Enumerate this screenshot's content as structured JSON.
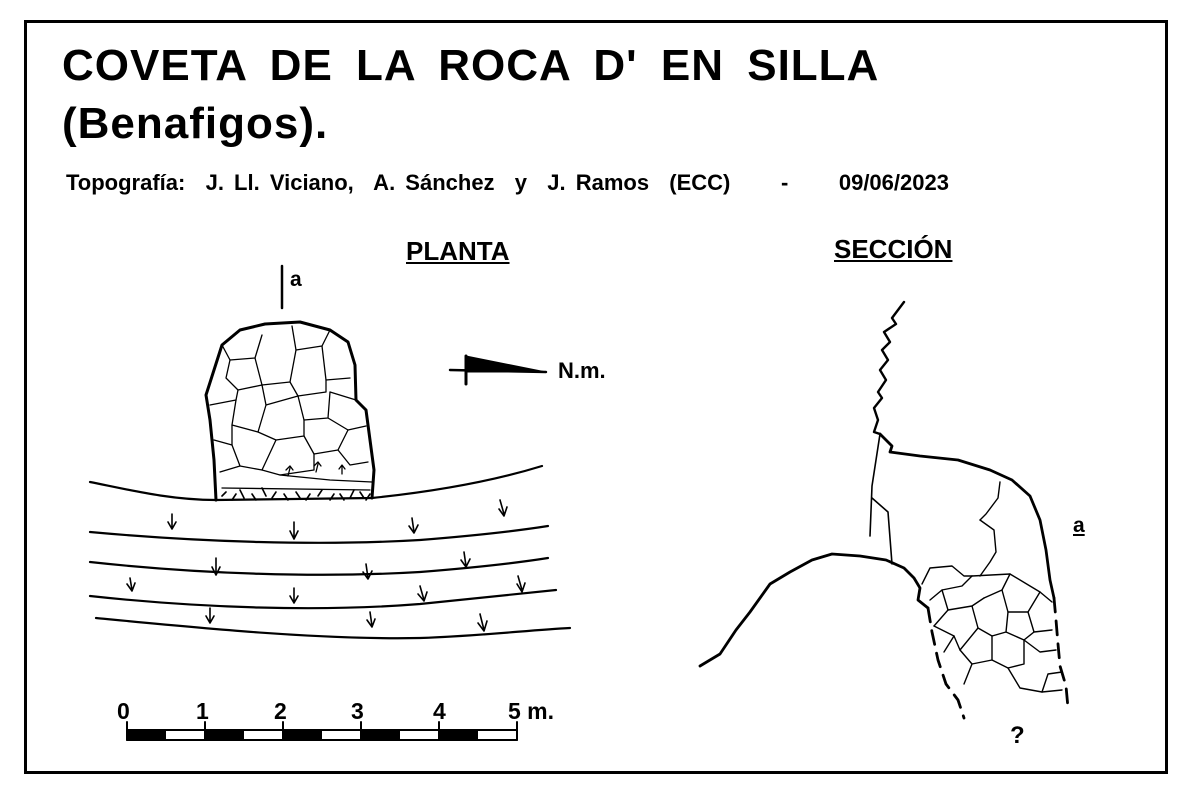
{
  "title": {
    "line1": "COVETA DE LA ROCA D' EN SILLA",
    "line2": "(Benafigos)."
  },
  "credits": {
    "text": "Topografía:  J. Ll. Viciano,  A. Sánchez  y  J. Ramos  (ECC)",
    "separator": "-",
    "date": "09/06/2023"
  },
  "plan": {
    "heading": "PLANTA",
    "section_marker": "a",
    "north_label": "N.m."
  },
  "section": {
    "heading": "SECCIÓN",
    "marker": "a",
    "unknown_mark": "?"
  },
  "scale": {
    "ticks": [
      "0",
      "1",
      "2",
      "3",
      "4",
      "5 m."
    ]
  }
}
